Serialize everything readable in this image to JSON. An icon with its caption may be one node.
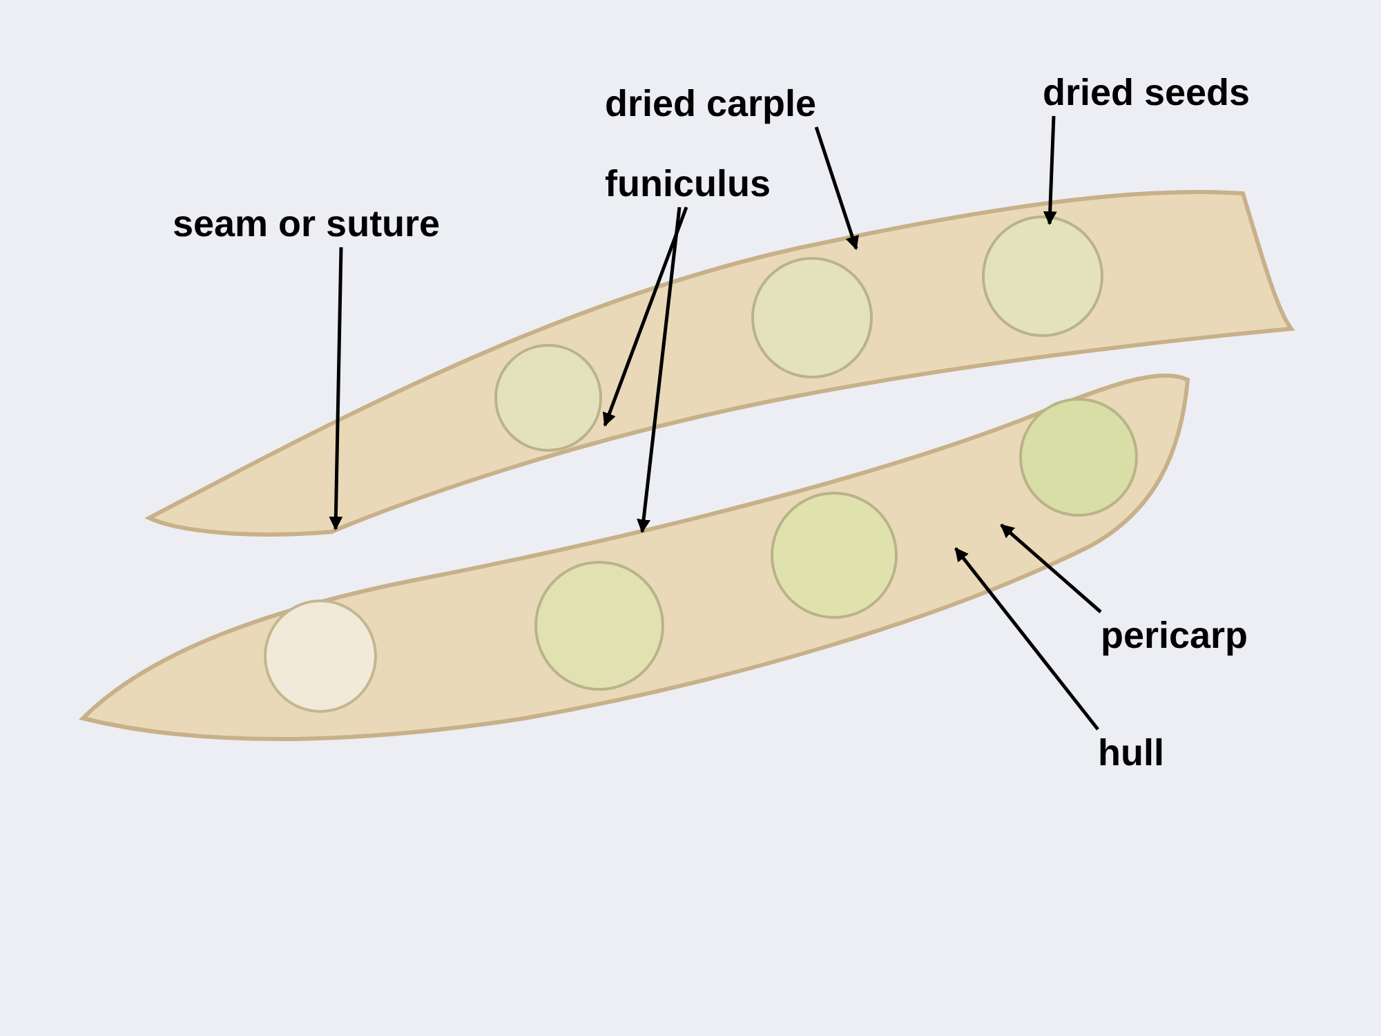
{
  "diagram": {
    "nodes": [
      {
        "text": [
          "seam or suture"
        ]
      },
      {
        "text": [
          "dried carple"
        ]
      },
      {
        "text": [
          "dried seeds"
        ]
      },
      {
        "text": [
          "funiculus"
        ]
      },
      {
        "text": [
          "pericarp"
        ]
      },
      {
        "text": [
          "hull"
        ]
      }
    ],
    "edges": [
      {
        "from": 0,
        "to": null,
        "arrow": "to"
      },
      {
        "from": 1,
        "to": null,
        "arrow": "to"
      },
      {
        "from": 2,
        "to": null,
        "arrow": "to"
      },
      {
        "from": 3,
        "to": null,
        "arrow": "to"
      },
      {
        "from": 3,
        "to": null,
        "arrow": "to"
      },
      {
        "from": 4,
        "to": null,
        "arrow": "to"
      },
      {
        "from": 5,
        "to": null,
        "arrow": "to"
      }
    ]
  }
}
